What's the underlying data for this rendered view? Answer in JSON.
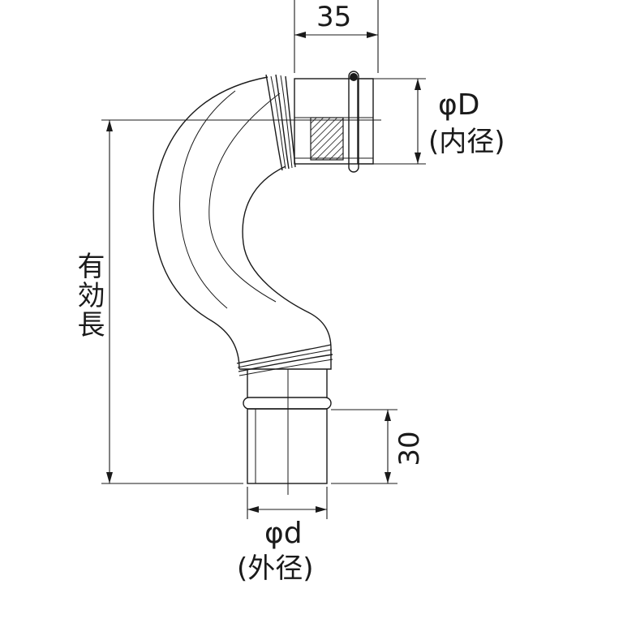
{
  "dimensions": {
    "top_width": "35",
    "socket_length": "30",
    "inner_diameter_symbol": "φD",
    "inner_diameter_note": "(内径)",
    "outer_diameter_symbol": "φd",
    "outer_diameter_note": "(外径)",
    "effective_length": "有効長"
  }
}
